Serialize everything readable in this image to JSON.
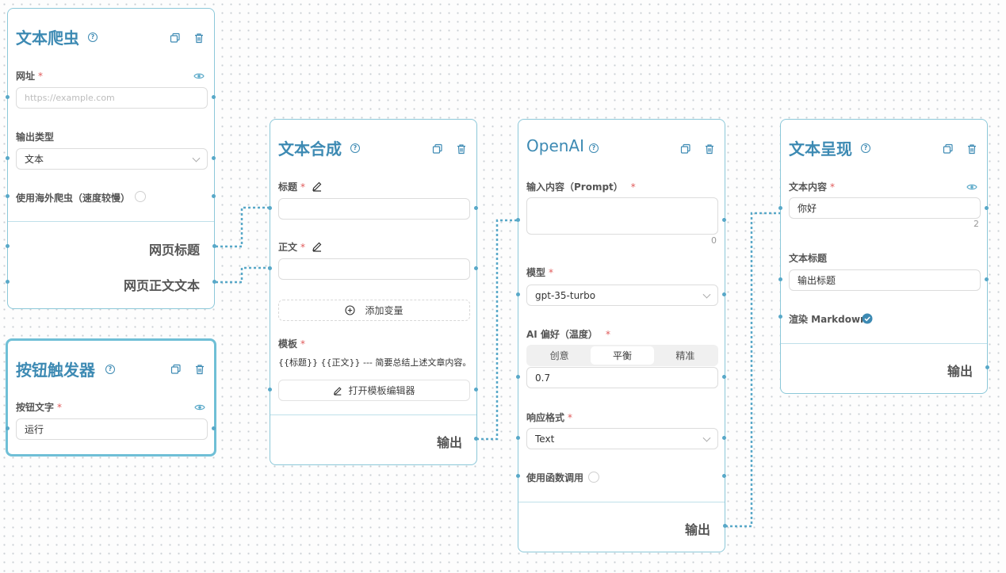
{
  "crawler": {
    "title": "文本爬虫",
    "url_label": "网址",
    "url_placeholder": "https://example.com",
    "output_type_label": "输出类型",
    "output_type_value": "文本",
    "overseas_label": "使用海外爬虫（速度较慢）",
    "out_title": "网页标题",
    "out_body": "网页正文文本"
  },
  "trigger": {
    "title": "按钮触发器",
    "button_text_label": "按钮文字",
    "button_text_value": "运行"
  },
  "compose": {
    "title": "文本合成",
    "title_label": "标题",
    "body_label": "正文",
    "add_variable": "添加变量",
    "template_label": "模板",
    "template_value": "{{标题}} {{正文}} --- 简要总结上述文章内容。",
    "open_editor": "打开模板编辑器",
    "output": "输出"
  },
  "openai": {
    "title": "OpenAI",
    "prompt_label": "输入内容（Prompt）",
    "prompt_count": "0",
    "model_label": "模型",
    "model_value": "gpt-35-turbo",
    "temp_label": "AI 偏好（温度）",
    "temp_options": [
      "创意",
      "平衡",
      "精准"
    ],
    "temp_selected": "平衡",
    "temp_value": "0.7",
    "format_label": "响应格式",
    "format_value": "Text",
    "func_label": "使用函数调用",
    "output": "输出"
  },
  "display": {
    "title": "文本呈现",
    "content_label": "文本内容",
    "content_value": "你好",
    "content_count": "2",
    "title_label": "文本标题",
    "title_value": "输出标题",
    "markdown_label": "渲染 Markdown",
    "output": "输出"
  },
  "colors": {
    "accent": "#3d8ab3",
    "border": "#8cc8d9",
    "wire": "#58a8c8",
    "required": "#e05a5a"
  }
}
